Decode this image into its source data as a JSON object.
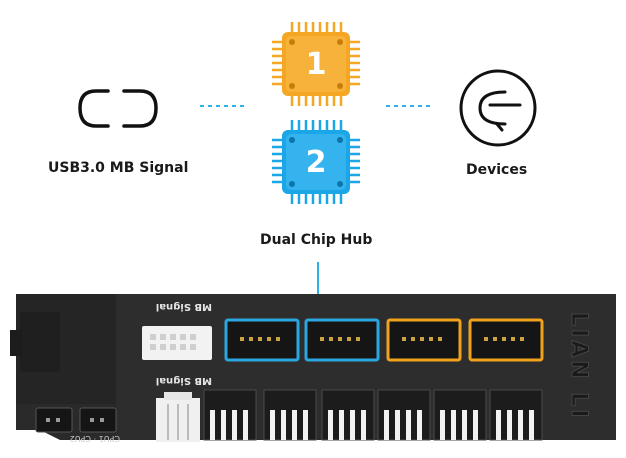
{
  "diagram": {
    "usb_label": "USB3.0 MB Signal",
    "devices_label": "Devices",
    "hub_label": "Dual Chip Hub",
    "chip1_number": "1",
    "chip2_number": "2",
    "board_signal_label_top": "MB Signal",
    "board_signal_label_bottom": "MB Signal",
    "board_bottom_label": "CPU1 · CPU2",
    "brand": "LIAN LI"
  },
  "colors": {
    "chip1": "#f5a623",
    "chip2": "#1ba6e8",
    "connector_line": "#2cb0e6",
    "board": "#2a2a2a",
    "port_blue": "#2aa6e0",
    "port_orange": "#f0a21c",
    "text": "#1a1a1a"
  },
  "icons": {
    "usb": "usb-port-icon",
    "devices": "device-connector-icon"
  }
}
